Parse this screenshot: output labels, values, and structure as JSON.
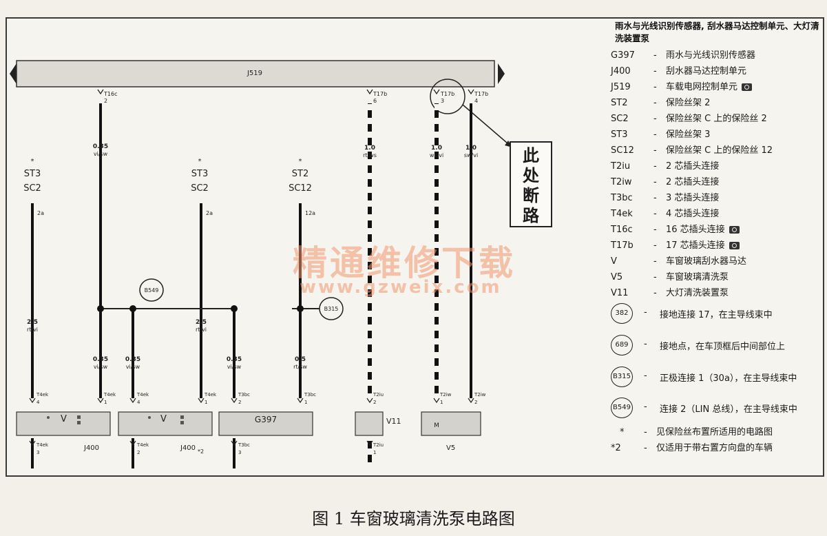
{
  "diagram": {
    "bus_label": "J519",
    "top_pins": [
      {
        "conn": "T16c",
        "pin": "2"
      },
      {
        "conn": "T17b",
        "pin": "6"
      },
      {
        "conn": "T17b",
        "pin": "3"
      },
      {
        "conn": "T17b",
        "pin": "4"
      }
    ],
    "wires": [
      {
        "size": "0.35",
        "color": "vi/sw"
      },
      {
        "size": "1.0",
        "color": "rt/ws"
      },
      {
        "size": "1.0",
        "color": "ws/vi"
      },
      {
        "size": "1.0",
        "color": "sw/vi"
      },
      {
        "size": "2.5",
        "color": "rt/vi"
      },
      {
        "size": "0.35",
        "color": "vi/sw"
      },
      {
        "size": "0.35",
        "color": "vi/sw"
      },
      {
        "size": "2.5",
        "color": "rt/vi"
      },
      {
        "size": "0.35",
        "color": "vi/sw"
      },
      {
        "size": "0.5",
        "color": "rt/sw"
      }
    ],
    "fuses": [
      {
        "st": "ST3",
        "sc": "SC2",
        "pin": "2a",
        "star": "*"
      },
      {
        "st": "ST3",
        "sc": "SC2",
        "pin": "2a",
        "star": "*"
      },
      {
        "st": "ST2",
        "sc": "SC12",
        "pin": "12a",
        "star": "*"
      }
    ],
    "nodes": [
      "B549",
      "B315"
    ],
    "bottom_pins": [
      {
        "conn": "T4ek",
        "pin": "4"
      },
      {
        "conn": "T4ek",
        "pin": "1"
      },
      {
        "conn": "T4ek",
        "pin": "4"
      },
      {
        "conn": "T4ek",
        "pin": "1"
      },
      {
        "conn": "T3bc",
        "pin": "2"
      },
      {
        "conn": "T3bc",
        "pin": "1"
      },
      {
        "conn": "T2iu",
        "pin": "2"
      },
      {
        "conn": "T2iw",
        "pin": "1"
      },
      {
        "conn": "T2iw",
        "pin": "2"
      }
    ],
    "lower_pins": [
      {
        "conn": "T4ek",
        "pin": "3"
      },
      {
        "conn": "T4ek",
        "pin": "2"
      },
      {
        "conn": "T3bc",
        "pin": "3"
      },
      {
        "conn": "T2iu",
        "pin": "1"
      }
    ],
    "components": {
      "motor_left": "V",
      "motor_right": "V",
      "sensor": "G397",
      "pump_v11": "V11",
      "pump_v5": "V5",
      "unit_j400_a": "J400",
      "unit_j400_b": "J400",
      "unit_j400_b_note": "*2",
      "motor_v5": "M"
    },
    "callout": [
      "此",
      "处",
      "断",
      "路"
    ]
  },
  "legend": {
    "title": "雨水与光线识别传感器, 刮水器马达控制单元、大灯清洗装置泵",
    "items": [
      {
        "code": "G397",
        "text": "雨水与光线识别传感器",
        "camera": false
      },
      {
        "code": "J400",
        "text": "刮水器马达控制单元",
        "camera": false
      },
      {
        "code": "J519",
        "text": "车载电网控制单元",
        "camera": true
      },
      {
        "code": "ST2",
        "text": "保险丝架 2",
        "camera": false
      },
      {
        "code": "SC2",
        "text": "保险丝架 C 上的保险丝 2",
        "camera": false
      },
      {
        "code": "ST3",
        "text": "保险丝架 3",
        "camera": false
      },
      {
        "code": "SC12",
        "text": "保险丝架 C 上的保险丝 12",
        "camera": false
      },
      {
        "code": "T2iu",
        "text": "2 芯插头连接",
        "camera": false
      },
      {
        "code": "T2iw",
        "text": "2 芯插头连接",
        "camera": false
      },
      {
        "code": "T3bc",
        "text": "3 芯插头连接",
        "camera": false
      },
      {
        "code": "T4ek",
        "text": "4 芯插头连接",
        "camera": false
      },
      {
        "code": "T16c",
        "text": "16 芯插头连接",
        "camera": true
      },
      {
        "code": "T17b",
        "text": "17 芯插头连接",
        "camera": true
      },
      {
        "code": "V",
        "text": "车窗玻璃刮水器马达",
        "camera": false
      },
      {
        "code": "V5",
        "text": "车窗玻璃清洗泵",
        "camera": false
      },
      {
        "code": "V11",
        "text": "大灯清洗装置泵",
        "camera": false
      }
    ],
    "circles": [
      {
        "code": "382",
        "text": "接地连接 17，在主导线束中"
      },
      {
        "code": "689",
        "text": "接地点，在车顶框后中间部位上"
      },
      {
        "code": "B315",
        "text": "正极连接 1（30a），在主导线束中"
      },
      {
        "code": "B549",
        "text": "连接 2（LIN 总线），在主导线束中"
      }
    ],
    "notes": [
      {
        "code": "*",
        "text": "见保险丝布置所适用的电路图"
      },
      {
        "code": "*2",
        "text": "仅适用于带右置方向盘的车辆"
      }
    ],
    "dash": "-"
  },
  "watermark": {
    "line1": "精通维修下载",
    "line2": "www.gzweix.com"
  },
  "caption": "图 1  车窗玻璃清洗泵电路图"
}
